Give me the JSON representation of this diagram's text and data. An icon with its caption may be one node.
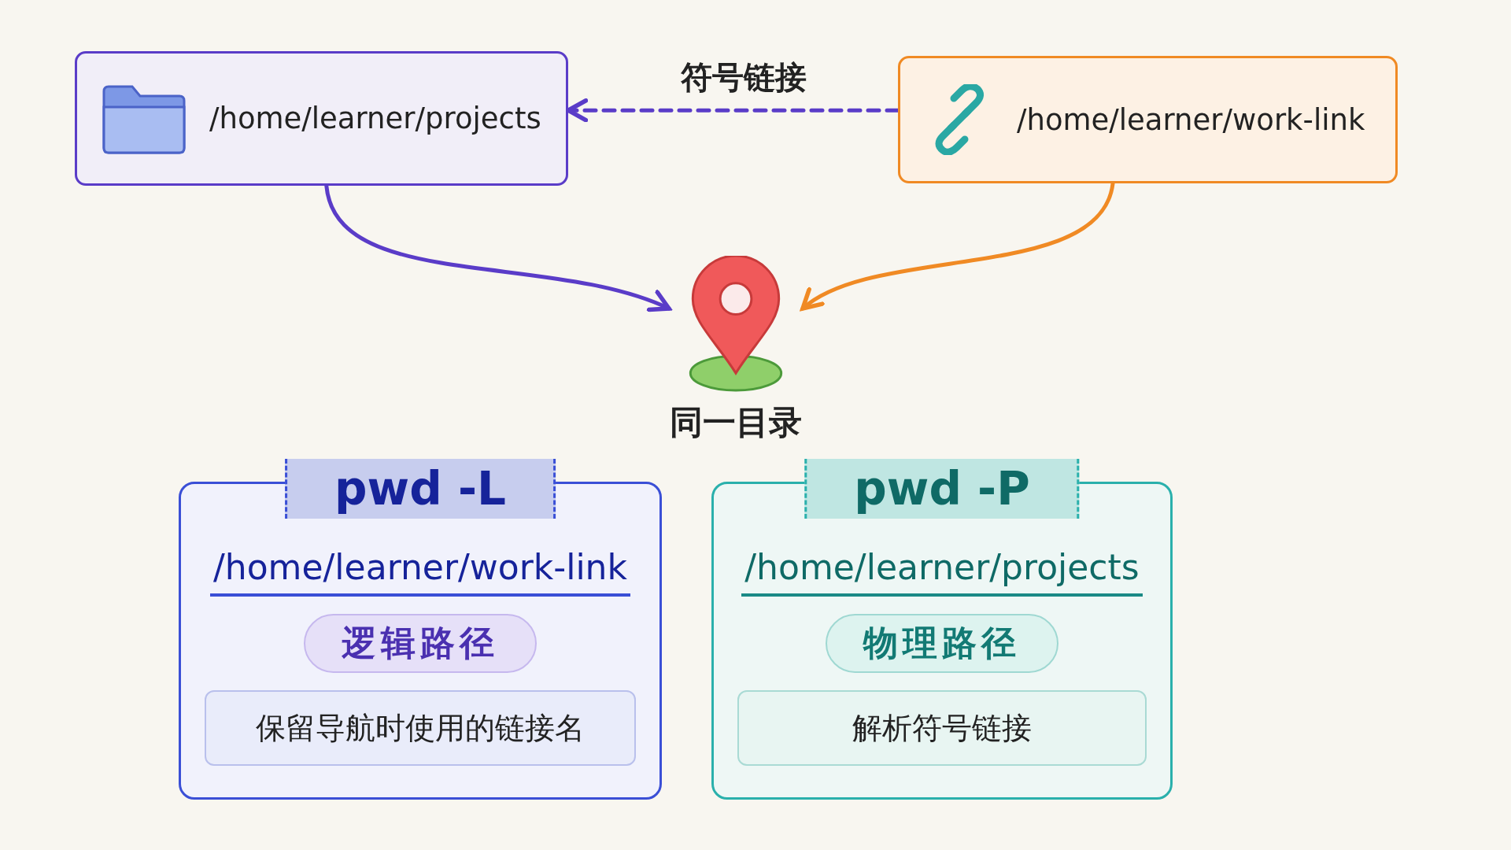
{
  "diagram": {
    "nodes": [
      {
        "text": [
          "/home/learner/projects"
        ]
      },
      {
        "text": [
          "/home/learner/work-link"
        ]
      },
      {
        "text": [
          "同一目录"
        ]
      },
      {
        "text": [
          "pwd -L",
          "/home/learner/work-link"
        ]
      },
      {
        "text": [
          "逻辑路径"
        ],
        "in": 3
      },
      {
        "text": [
          "保留导航时使用的链接名"
        ],
        "in": 3
      },
      {
        "text": [
          "pwd -P",
          "/home/learner/projects"
        ]
      },
      {
        "text": [
          "物理路径"
        ],
        "in": 6
      },
      {
        "text": [
          "解析符号链接"
        ],
        "in": 6
      }
    ],
    "edges": [
      {
        "from": 1,
        "to": 0,
        "arrow": "to",
        "label": "符号链接",
        "style": "dashed",
        "color": "#5a3cc8"
      },
      {
        "from": 0,
        "to": 2,
        "arrow": "to",
        "color": "#5a3cc8"
      },
      {
        "from": 1,
        "to": 2,
        "arrow": "to",
        "color": "#f08a24"
      }
    ]
  }
}
